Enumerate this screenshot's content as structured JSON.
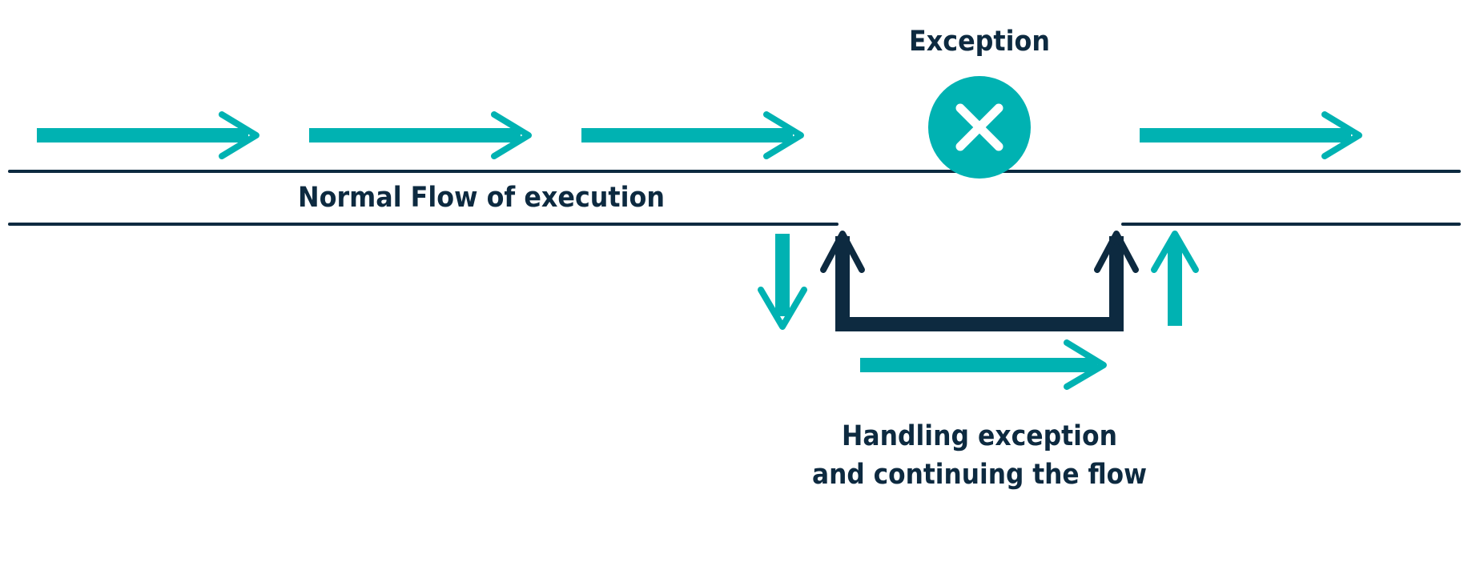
{
  "labels": {
    "exception": "Exception",
    "normal_flow": "Normal Flow of execution",
    "handling_line1": "Handling exception",
    "handling_line2": "and continuing the flow"
  },
  "colors": {
    "teal": "#00b2b2",
    "navy": "#0d2a40",
    "background": "#ffffff",
    "icon_mark": "#ffffff"
  },
  "icons": {
    "exception": "close-icon"
  }
}
